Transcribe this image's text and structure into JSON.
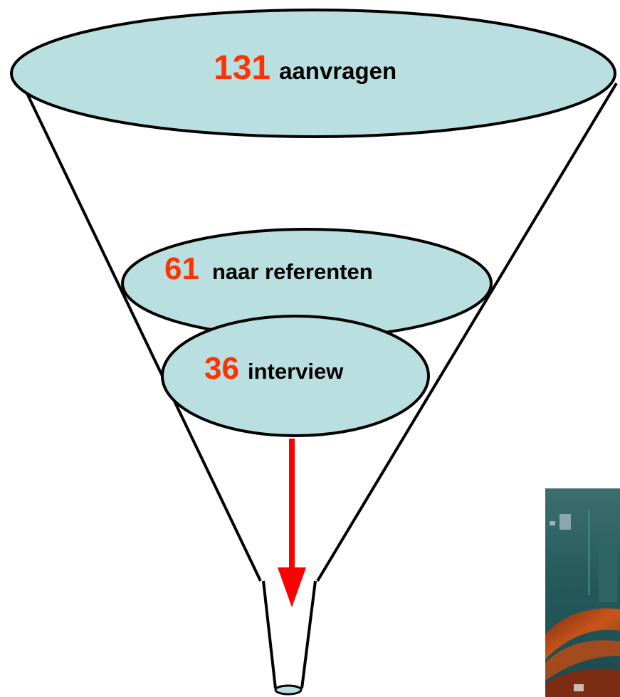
{
  "funnel": {
    "stages": [
      {
        "count": "131",
        "label": "aanvragen"
      },
      {
        "count": "61",
        "label": "naar referenten"
      },
      {
        "count": "36",
        "label": "interview"
      }
    ]
  },
  "colors": {
    "ellipse_fill": "#b9dfe0",
    "outline": "#000000",
    "count_text": "#ff3300",
    "arrow": "#ff0000"
  },
  "images": {
    "photo": "cropped photo thumbnail (bottom-right corner)"
  }
}
